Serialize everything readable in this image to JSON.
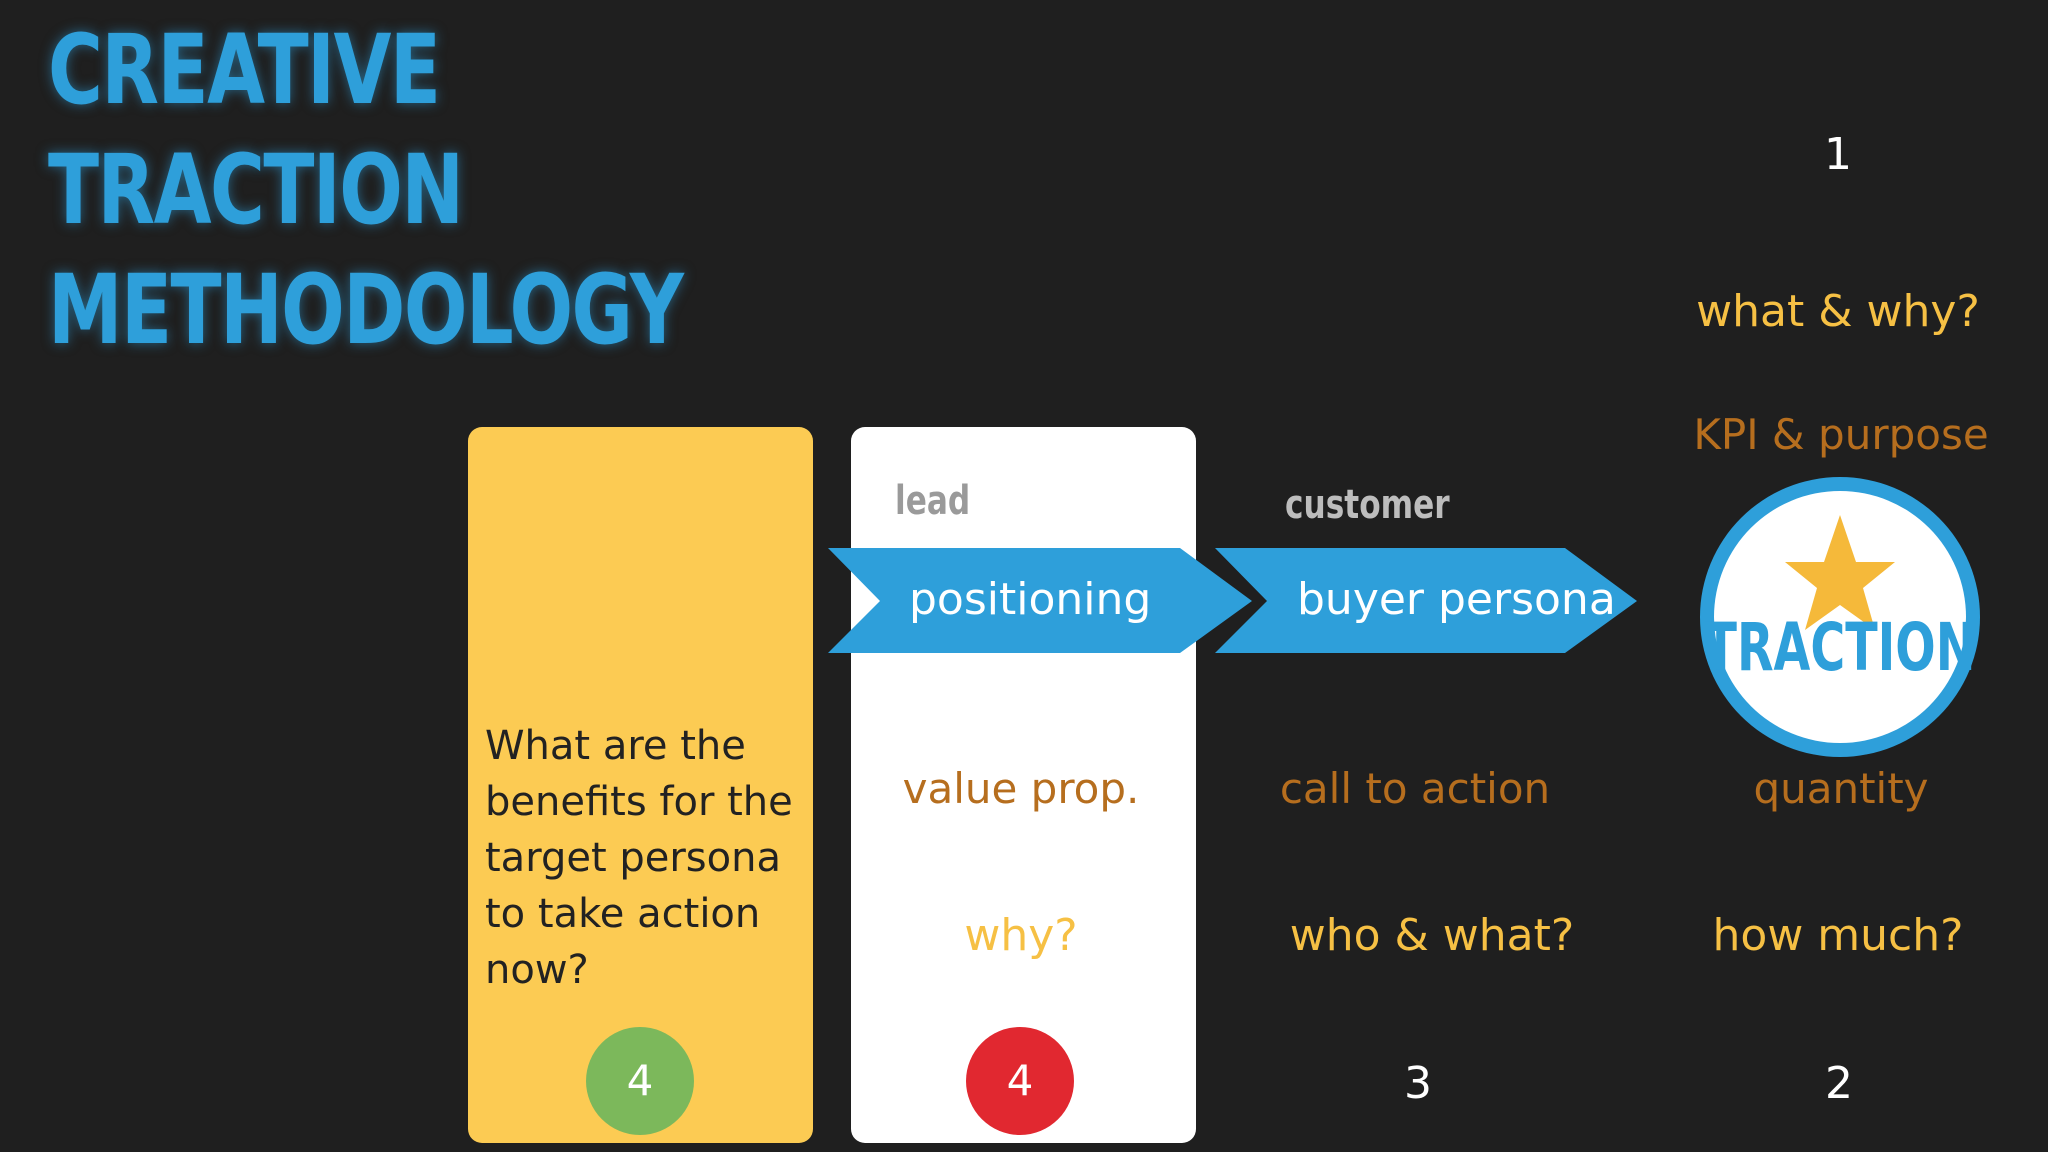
{
  "title": {
    "line1": "CREATIVE",
    "line2": "TRACTION",
    "line3": "METHODOLOGY"
  },
  "columns": {
    "benefits": {
      "question": "What are the benefits for the target persona to take action now?",
      "number": "4"
    },
    "positioning": {
      "stage": "lead",
      "arrow_label": "positioning",
      "item": "value prop.",
      "question": "why?",
      "number": "4"
    },
    "persona": {
      "stage": "customer",
      "arrow_label": "buyer persona",
      "item": "call to action",
      "question": "who & what?",
      "number": "3"
    },
    "traction": {
      "number_top": "1",
      "question_top": "what & why?",
      "kpi": "KPI & purpose",
      "badge_text": "TRACTION",
      "item": "quantity",
      "question": "how much?",
      "number": "2"
    }
  },
  "colors": {
    "background": "#1f1f1f",
    "title_blue": "#2e9fda",
    "arrow_blue": "#2e9fda",
    "card_yellow": "#fccb53",
    "card_white": "#ffffff",
    "orange_text": "#b66e1e",
    "yellow_text": "#f6c044",
    "circle_green": "#7cb85b",
    "circle_red": "#e12830",
    "star_yellow": "#f5b93a"
  }
}
